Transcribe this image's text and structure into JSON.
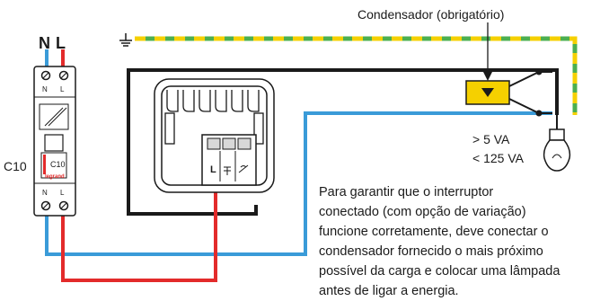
{
  "labels": {
    "capacitor": "Condensador (obrigatório)",
    "neutral": "N",
    "live": "L",
    "breaker_rating": "C10",
    "breaker_face_rating": "C10",
    "breaker_brand": "legrand",
    "breaker_top_n": "N",
    "breaker_top_l": "L",
    "breaker_bottom_n": "N",
    "breaker_bottom_l": "L",
    "switch_terminal_l": "L",
    "load_min": "> 5 VA",
    "load_max": "< 125 VA"
  },
  "note_lines": [
    "Para garantir que o interruptor",
    "conectado (com opção de variação)",
    "funcione corretamente, deve conectar o",
    "condensador fornecido o mais próximo",
    "possível da carga e colocar uma lâmpada",
    "antes de ligar a energia."
  ],
  "colors": {
    "neutral_wire": "#3a9bd8",
    "live_wire": "#e32b2b",
    "switched_wire": "#1a1a1a",
    "earth_green": "#4caf50",
    "earth_yellow": "#f5d000",
    "capacitor_fill": "#f5d000"
  }
}
